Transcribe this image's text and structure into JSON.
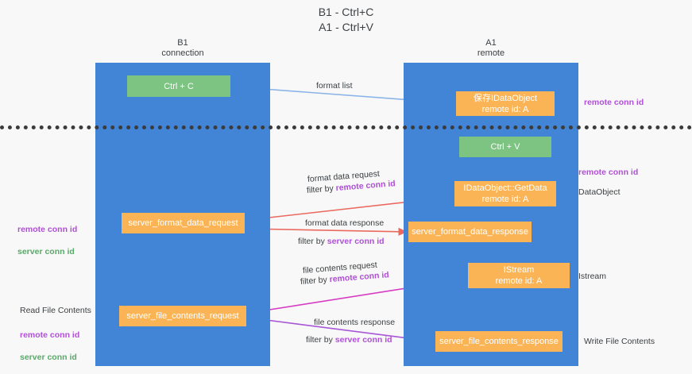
{
  "title": "B1 - Ctrl+C\nA1 - Ctrl+V",
  "lanes": [
    {
      "id": "b1",
      "label": "B1\nconnection"
    },
    {
      "id": "a1",
      "label": "A1\nremote"
    }
  ],
  "boxes": {
    "ctrl_c": "Ctrl + C",
    "save_idataobject": "保存IDataObject\nremote id: A",
    "ctrl_v": "Ctrl + V",
    "getdata": "IDataObject::GetData\nremote id: A",
    "server_format_data_request": "server_format_data_request",
    "server_format_data_response": "server_format_data_response",
    "istream": "IStream\nremote id: A",
    "server_file_contents_request": "server_file_contents_request",
    "server_file_contents_response": "server_file_contents_response"
  },
  "edge_labels": {
    "format_list": "format list",
    "format_data_request": "format data request",
    "filter_by": "filter by ",
    "remote_conn_id": "remote conn id",
    "format_data_response": "format data response",
    "server_conn_id": "server conn id",
    "file_contents_request": "file contents request",
    "file_contents_response": "file contents response"
  },
  "notes": {
    "remote_conn_id": "remote conn id",
    "server_conn_id": "server conn id",
    "dataobject": "DataObject",
    "istream": "Istream",
    "write_file_contents": "Write File Contents",
    "read_file_contents": "Read File Contents"
  },
  "colors": {
    "lane": "#4285d6",
    "box_green": "#7dc382",
    "box_orange": "#fbb455",
    "accent_purple": "#b14fd8",
    "accent_green": "#5aa86a",
    "arrow_blue": "#8ab4e8",
    "arrow_red": "#ea6a5e",
    "arrow_magenta": "#d63bc4",
    "arrow_violet": "#a855d6",
    "arrow_black": "#202124",
    "divider": "#3b3b3b"
  }
}
